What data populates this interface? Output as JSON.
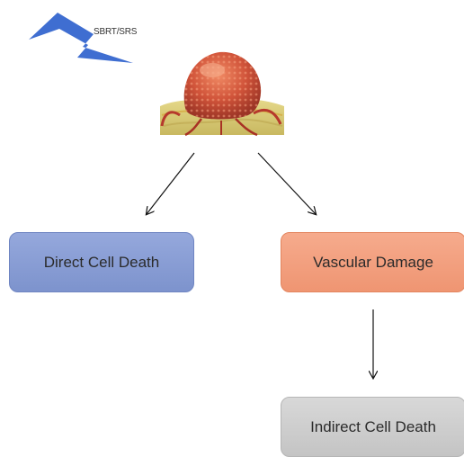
{
  "beam": {
    "label": "SBRT/SRS",
    "icon": "lightning-bolt-icon",
    "color": "#3f6ed1"
  },
  "tumor": {
    "icon": "tumor-image"
  },
  "nodes": {
    "direct": {
      "label": "Direct Cell Death",
      "color": "#8a9fd6"
    },
    "vascular": {
      "label": "Vascular Damage",
      "color": "#f3a080"
    },
    "indirect": {
      "label": "Indirect Cell Death",
      "color": "#cfcfcf"
    }
  }
}
